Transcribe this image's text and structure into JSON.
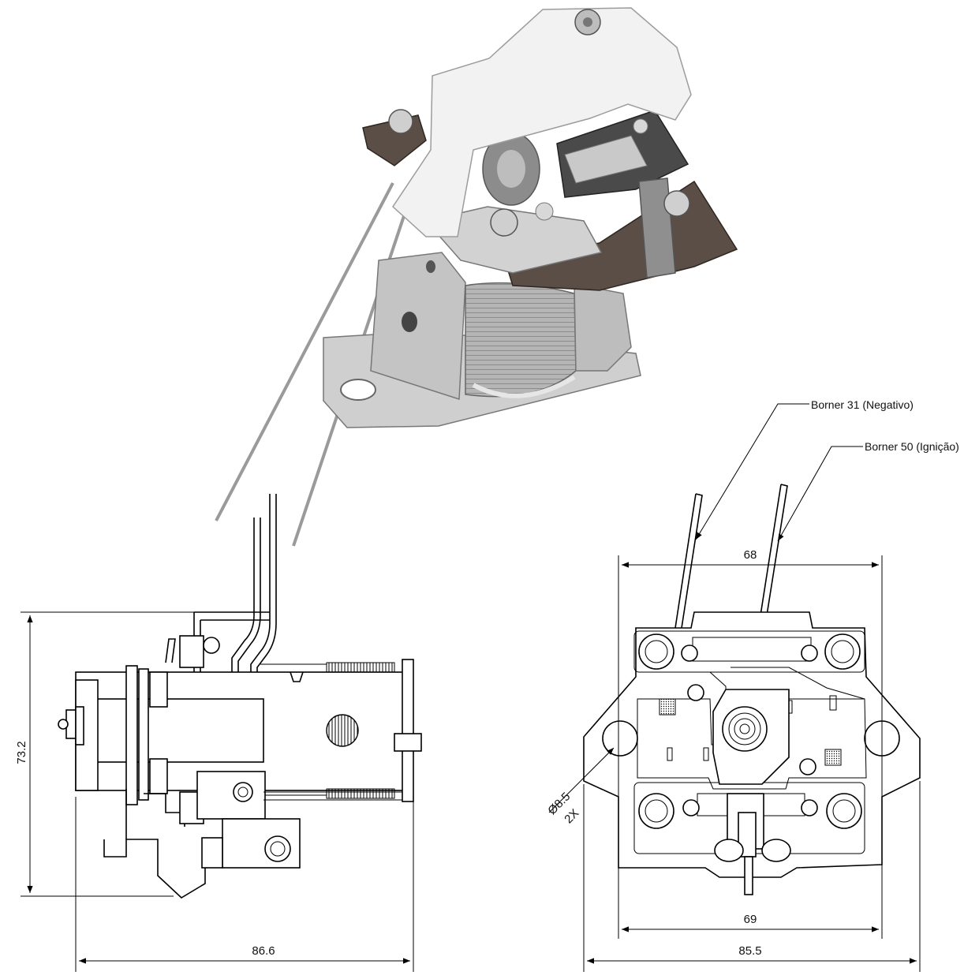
{
  "callouts": {
    "borner31": "Borner 31 (Negativo)",
    "borner50": "Borner 50 (Ignição)"
  },
  "dimensions": {
    "side_height": "73.2",
    "side_width": "86.6",
    "front_top_width": "68",
    "front_bottom_inner": "69",
    "front_bottom_outer": "85.5",
    "hole_diameter": "Ø8.5",
    "hole_count": "2X"
  },
  "colors": {
    "line": "#000000",
    "background": "#ffffff",
    "metal": "#c9c9c9",
    "plastic": "#f2f2f2",
    "phenolic": "#5a4e46",
    "coil": "#a9a9a9"
  }
}
